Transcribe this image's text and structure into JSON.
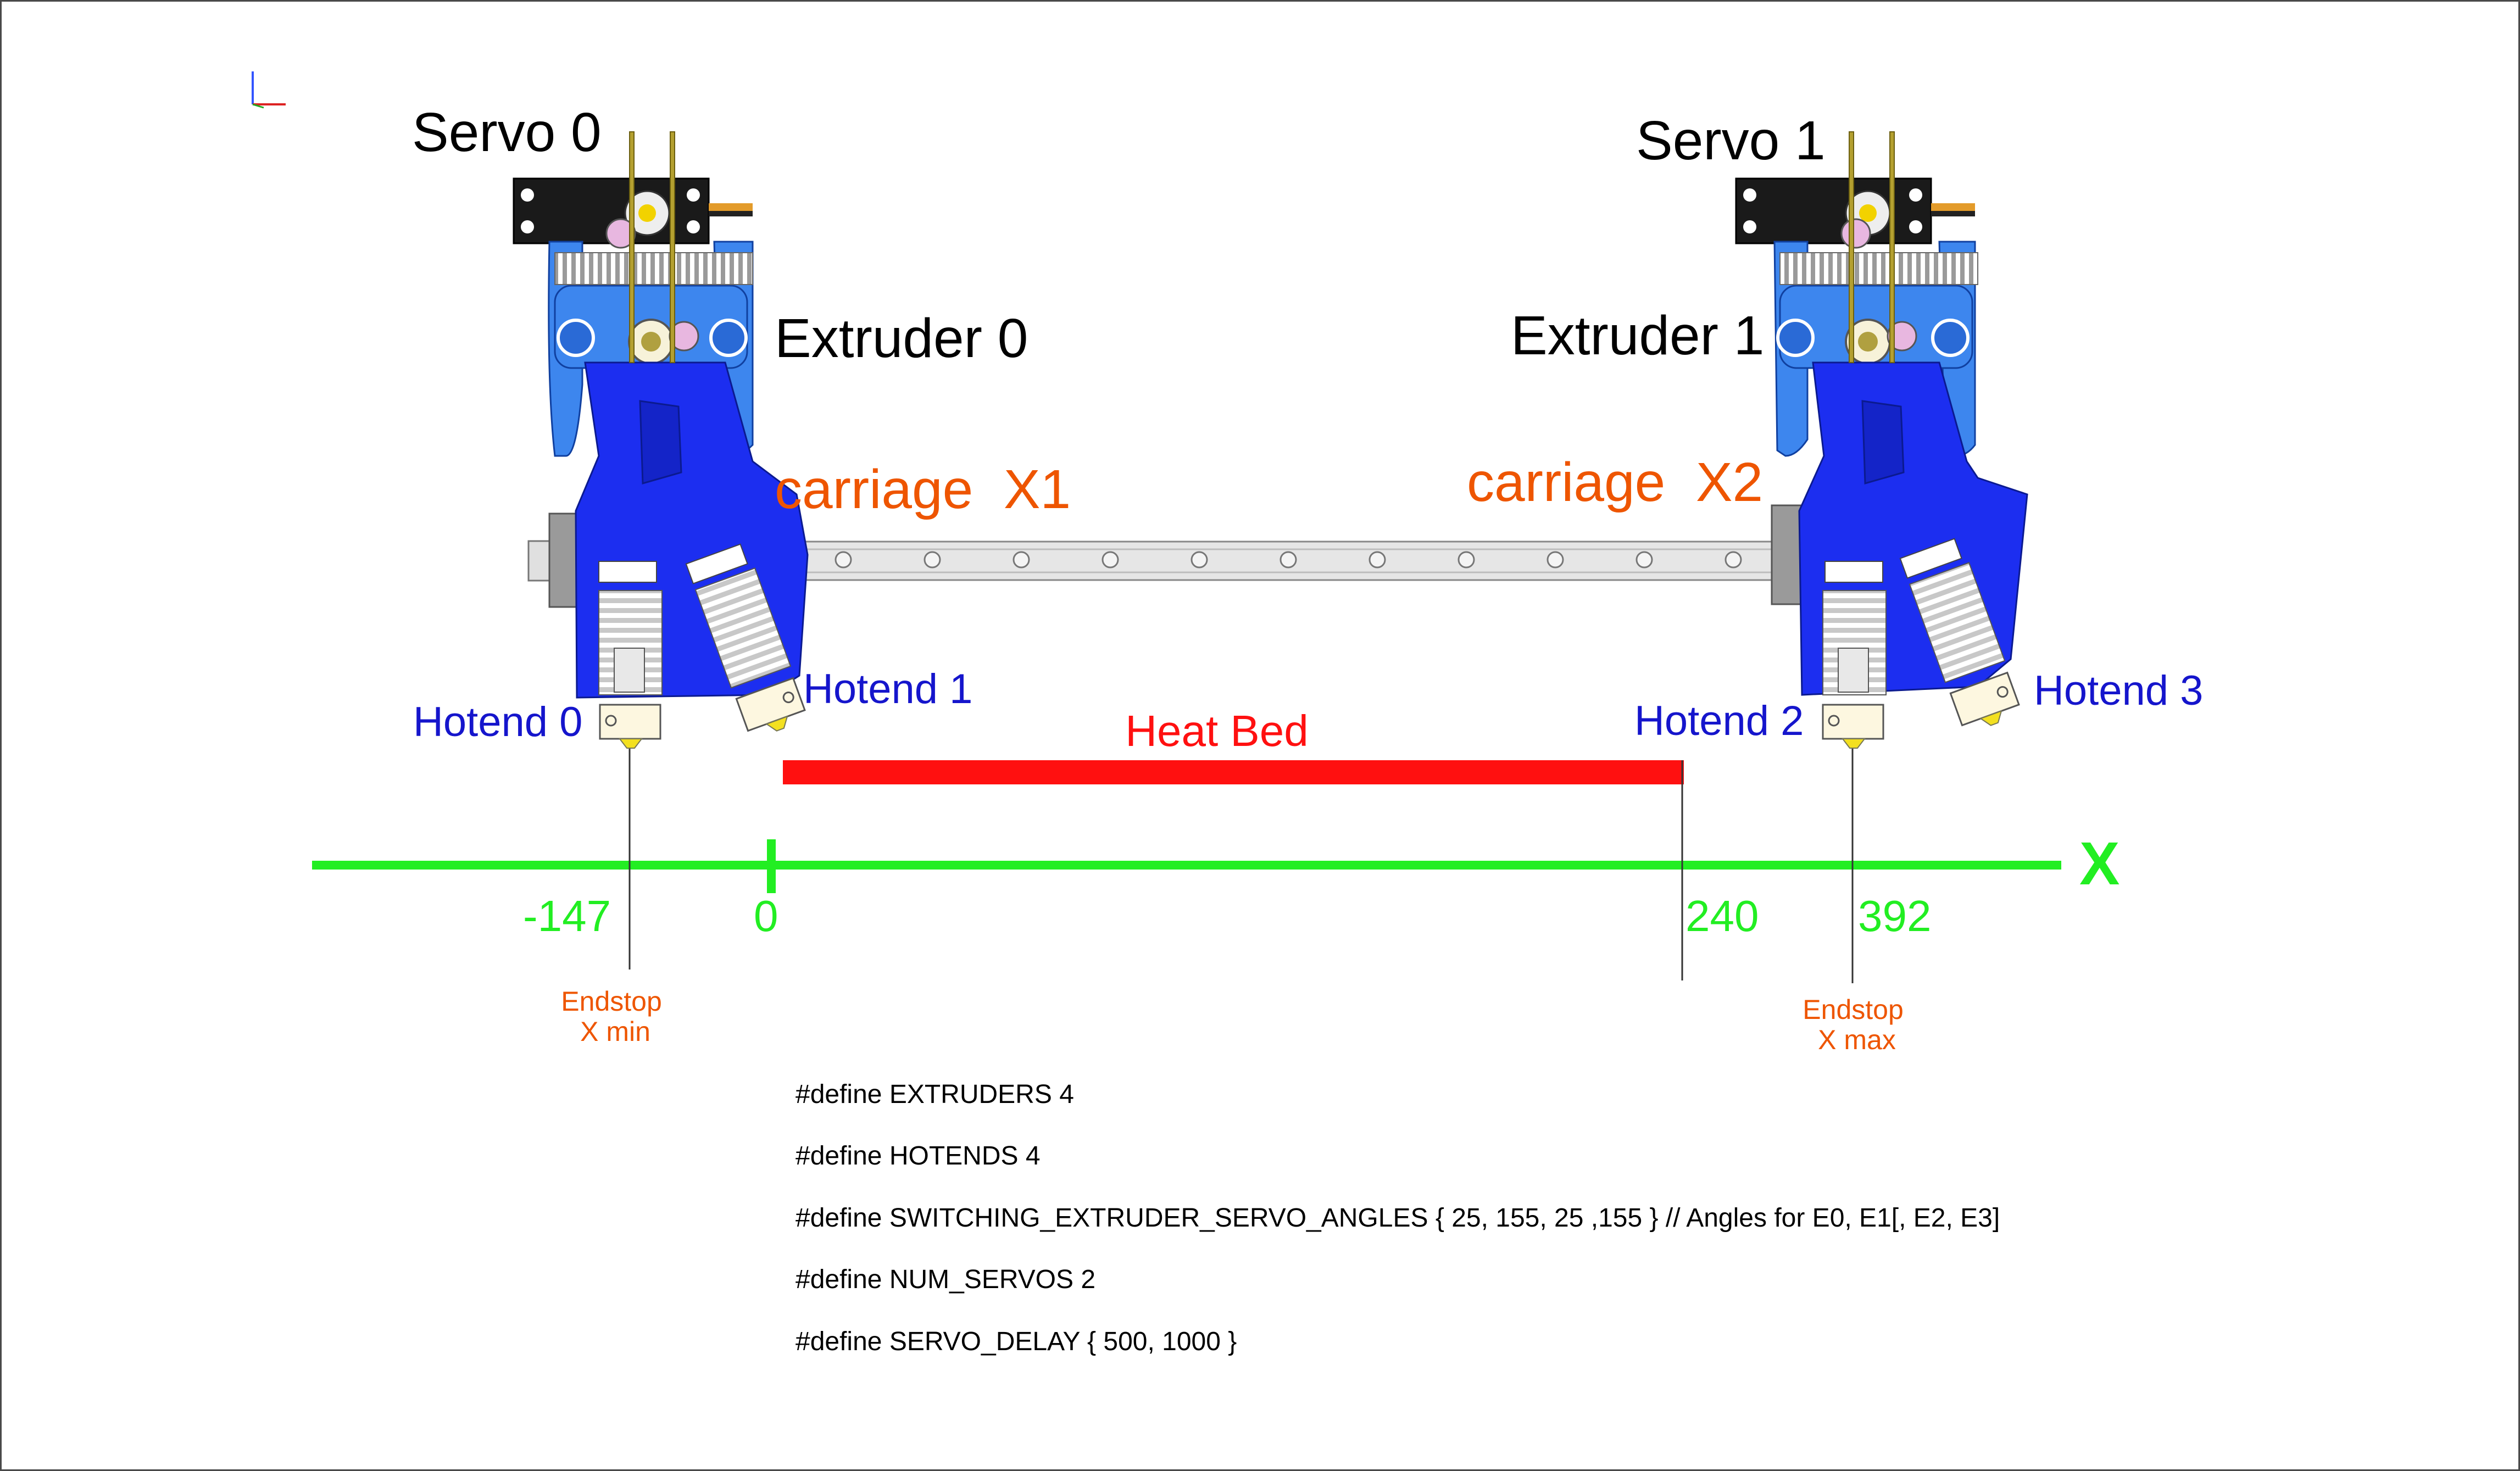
{
  "labels": {
    "servo0": "Servo 0",
    "servo1": "Servo 1",
    "extruder0": "Extruder 0",
    "extruder1": "Extruder 1",
    "carriage_x1": "carriage  X1",
    "carriage_x2": "carriage  X2",
    "hotend0": "Hotend 0",
    "hotend1": "Hotend 1",
    "hotend2": "Hotend 2",
    "hotend3": "Hotend 3",
    "heat_bed": "Heat Bed",
    "axis_x": "X",
    "tick_m147": "-147",
    "tick_0": "0",
    "tick_240": "240",
    "tick_392": "392",
    "endstop_min_line1": "Endstop",
    "endstop_min_line2": "X min",
    "endstop_max_line1": "Endstop",
    "endstop_max_line2": "X max"
  },
  "code": [
    "#define EXTRUDERS 4",
    "#define HOTENDS 4",
    "#define SWITCHING_EXTRUDER_SERVO_ANGLES { 25, 155, 25 ,155 } // Angles for E0, E1[, E2, E3]",
    "#define NUM_SERVOS 2",
    "#define SERVO_DELAY { 500, 1000 }"
  ],
  "colors": {
    "axis": "#22ee22",
    "bed": "#ff1010",
    "carriage_label": "#ee5500",
    "hotend_label": "#1515cc",
    "extruder_body": "#1c2ef0",
    "bracket": "#3d86ee"
  }
}
